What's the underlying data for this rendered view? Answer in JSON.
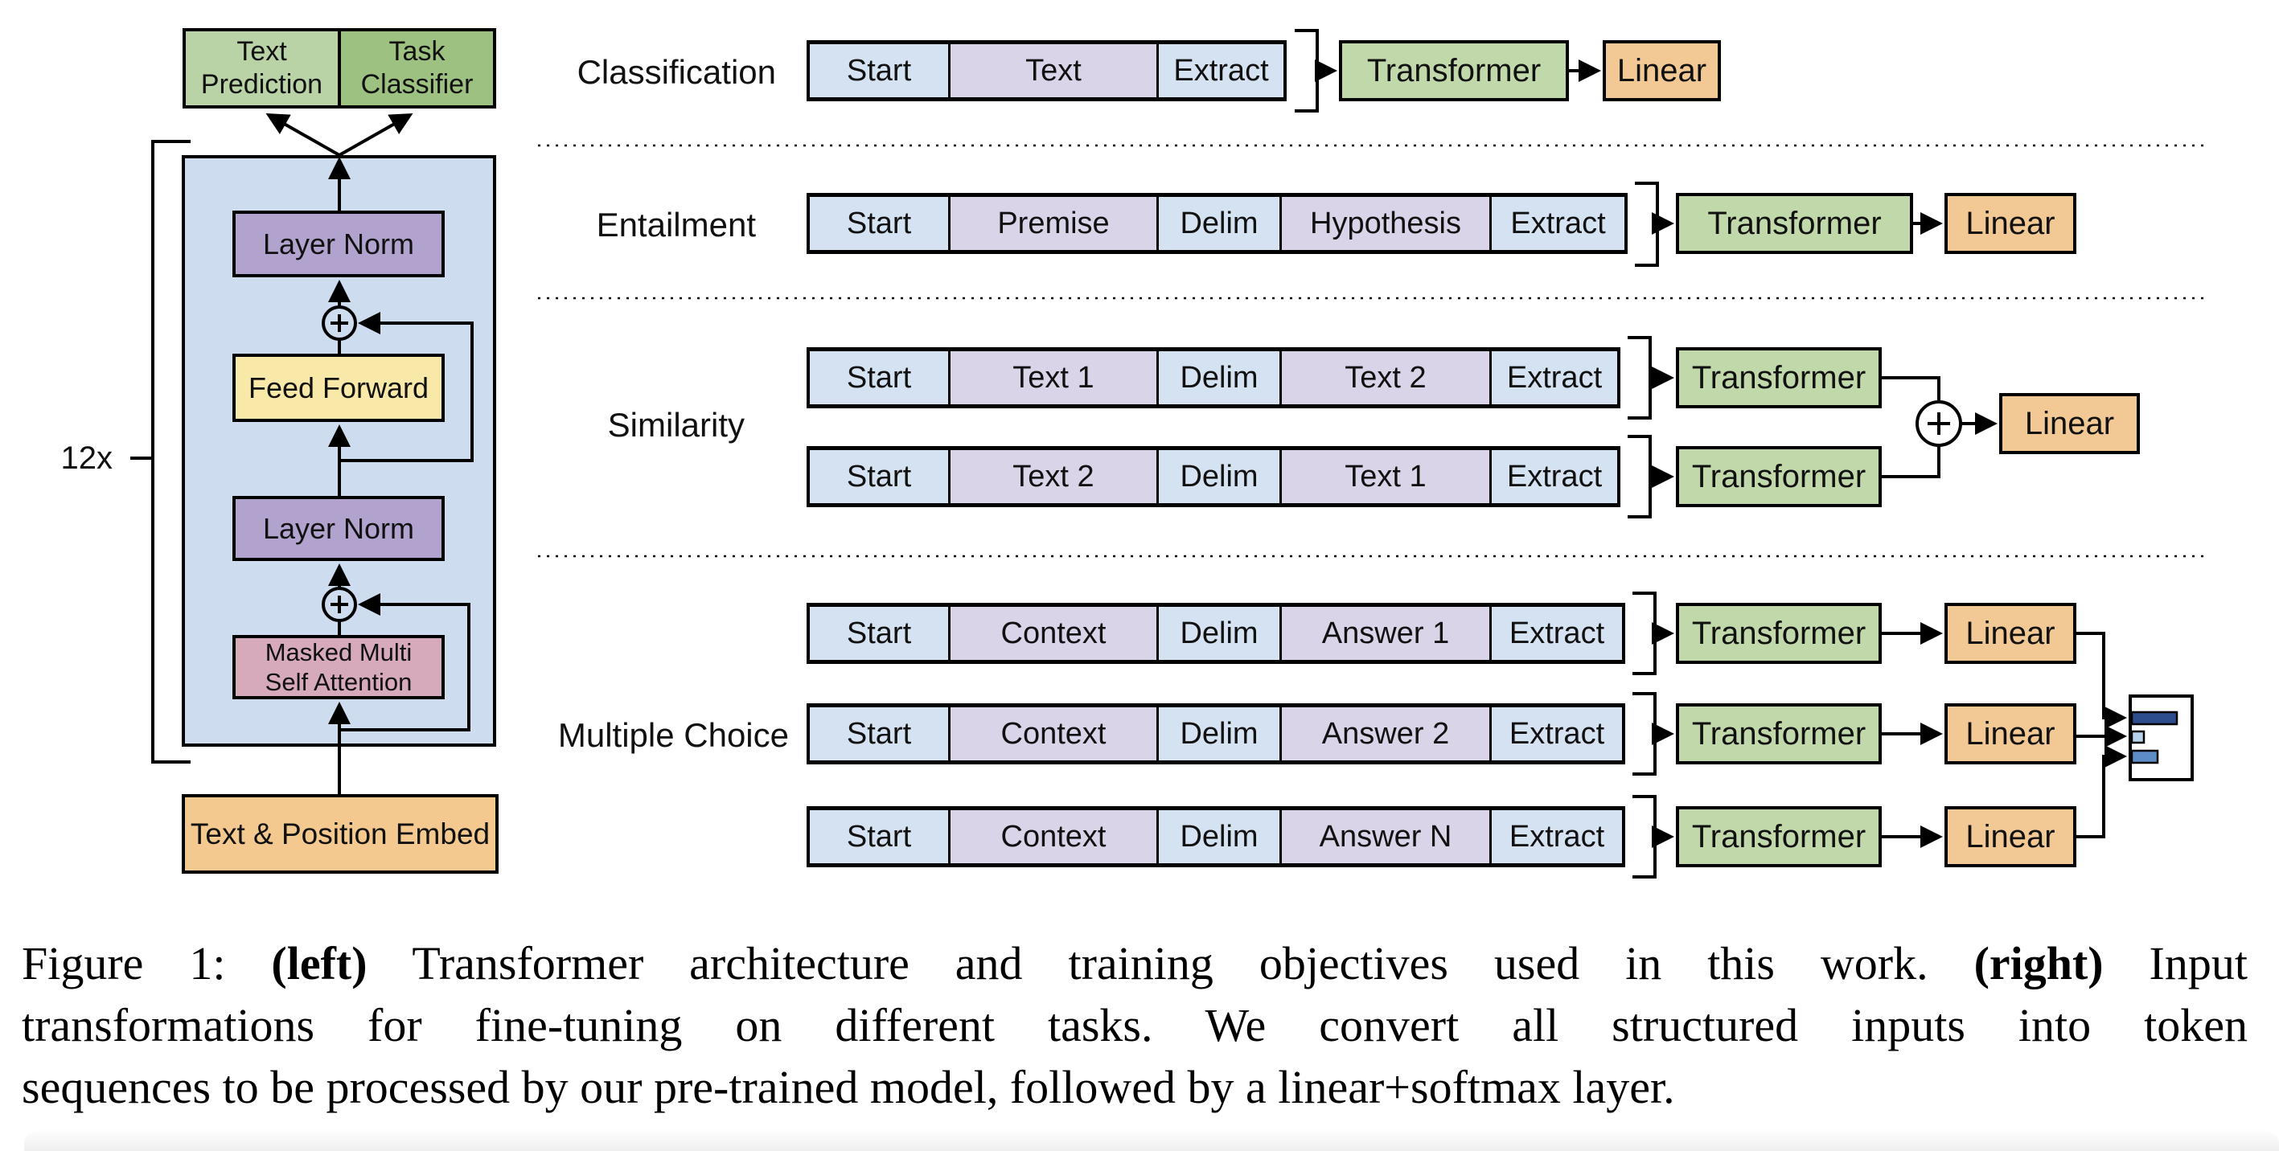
{
  "colors": {
    "token_blue": "#d5e2f1",
    "token_purple": "#dad4e8",
    "transformer_green": "#c1d8ab",
    "linear_orange": "#f2c995",
    "arch_blue": "#cddcee",
    "norm_purple": "#b1a2ce",
    "ff_yellow": "#f8e9a8",
    "attn_pink": "#d6a9bb",
    "embed_orange": "#f3c990",
    "pred_green": "#b9d2a6",
    "classifier_green": "#9dc180",
    "bar_dark": "#2e4d8c",
    "bar_light": "#b9d2ec",
    "bar_mid": "#5d8cc6"
  },
  "architecture": {
    "repeat_label": "12x",
    "text_prediction": "Text\nPrediction",
    "task_classifier": "Task\nClassifier",
    "layer_norm_top": "Layer Norm",
    "feed_forward": "Feed Forward",
    "layer_norm_bottom": "Layer Norm",
    "masked_attention": "Masked Multi\nSelf Attention",
    "embed": "Text & Position Embed"
  },
  "tasks": {
    "classification": {
      "label": "Classification",
      "tokens": [
        "Start",
        "Text",
        "Extract"
      ],
      "transformer": "Transformer",
      "linear": "Linear"
    },
    "entailment": {
      "label": "Entailment",
      "tokens": [
        "Start",
        "Premise",
        "Delim",
        "Hypothesis",
        "Extract"
      ],
      "transformer": "Transformer",
      "linear": "Linear"
    },
    "similarity": {
      "label": "Similarity",
      "row1": [
        "Start",
        "Text 1",
        "Delim",
        "Text 2",
        "Extract"
      ],
      "row2": [
        "Start",
        "Text 2",
        "Delim",
        "Text 1",
        "Extract"
      ],
      "transformer": "Transformer",
      "linear": "Linear"
    },
    "multiple_choice": {
      "label": "Multiple Choice",
      "row1": [
        "Start",
        "Context",
        "Delim",
        "Answer 1",
        "Extract"
      ],
      "row2": [
        "Start",
        "Context",
        "Delim",
        "Answer 2",
        "Extract"
      ],
      "row3": [
        "Start",
        "Context",
        "Delim",
        "Answer N",
        "Extract"
      ],
      "transformer": "Transformer",
      "linear": "Linear"
    }
  },
  "caption": {
    "line1": [
      {
        "text": "Figure 1:  "
      },
      {
        "text": "(left)"
      },
      {
        "text": " Transformer architecture and training objectives used in this work.  "
      },
      {
        "text": "(right)"
      },
      {
        "text": " Input"
      }
    ],
    "line2": "transformations for fine-tuning on different tasks.  We convert all structured inputs into token",
    "line3": "sequences to be processed by our pre-trained model, followed by a linear+softmax layer."
  }
}
